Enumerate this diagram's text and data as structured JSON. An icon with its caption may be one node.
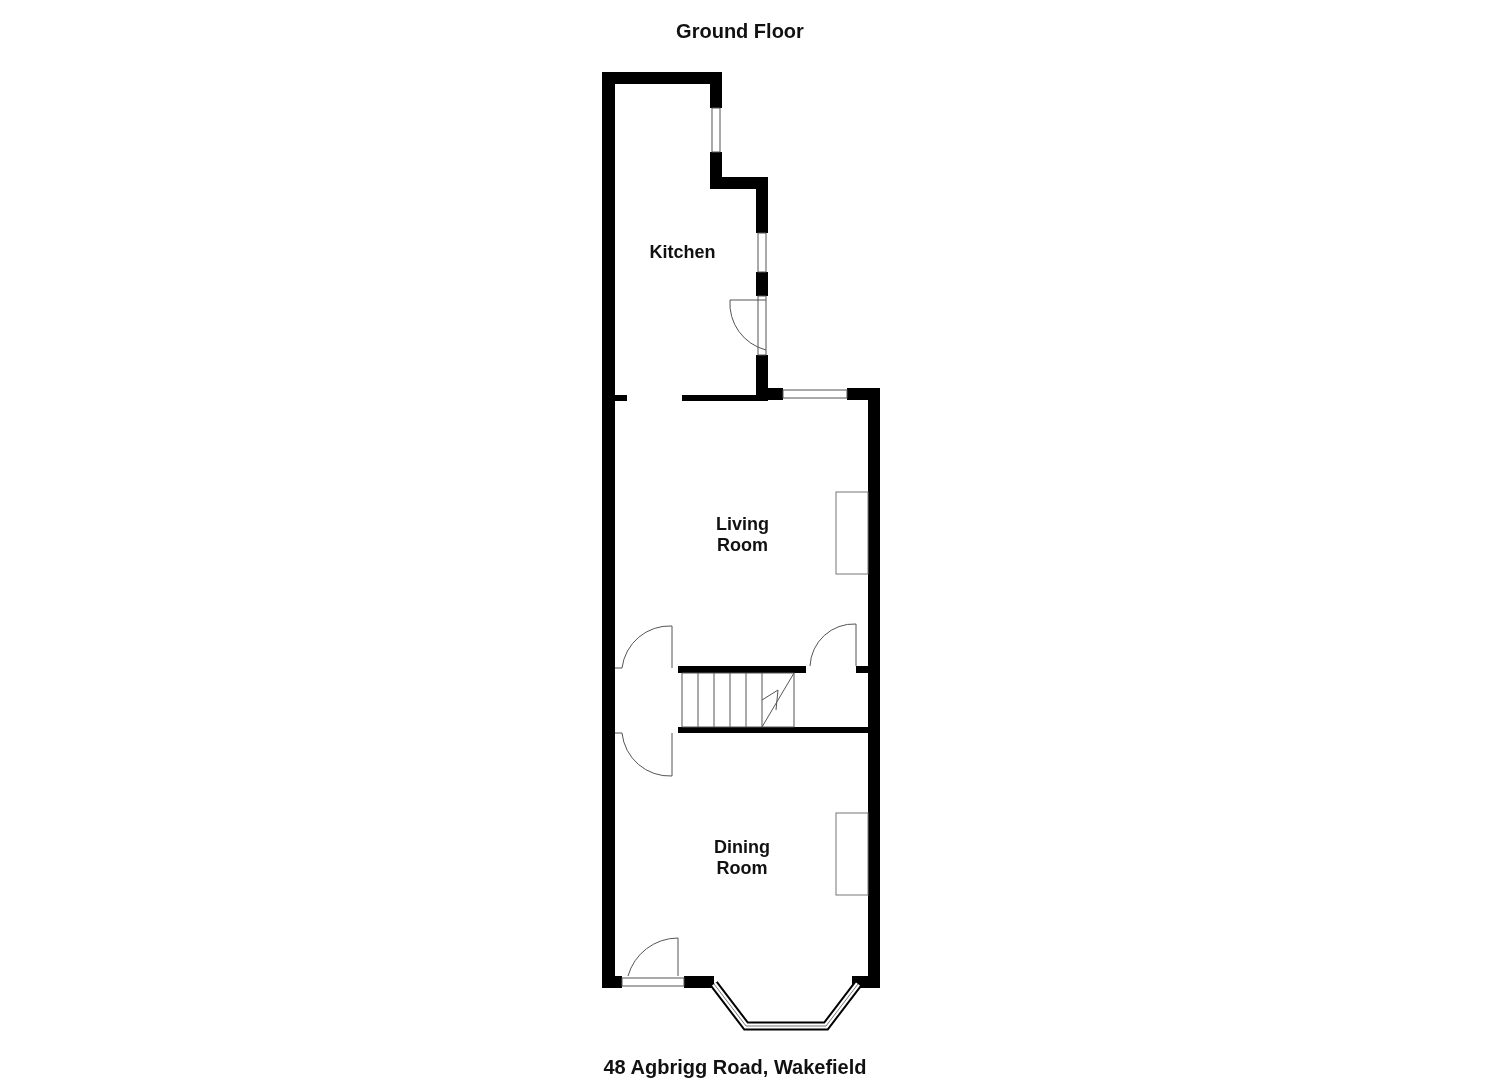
{
  "diagram": {
    "title": "Ground Floor",
    "caption": "48 Agbrigg Road, Wakefield",
    "nodes": [
      {
        "text": [
          "Kitchen"
        ]
      },
      {
        "text": [
          "Living Room"
        ]
      },
      {
        "text": [
          "Dining Room"
        ]
      }
    ]
  }
}
